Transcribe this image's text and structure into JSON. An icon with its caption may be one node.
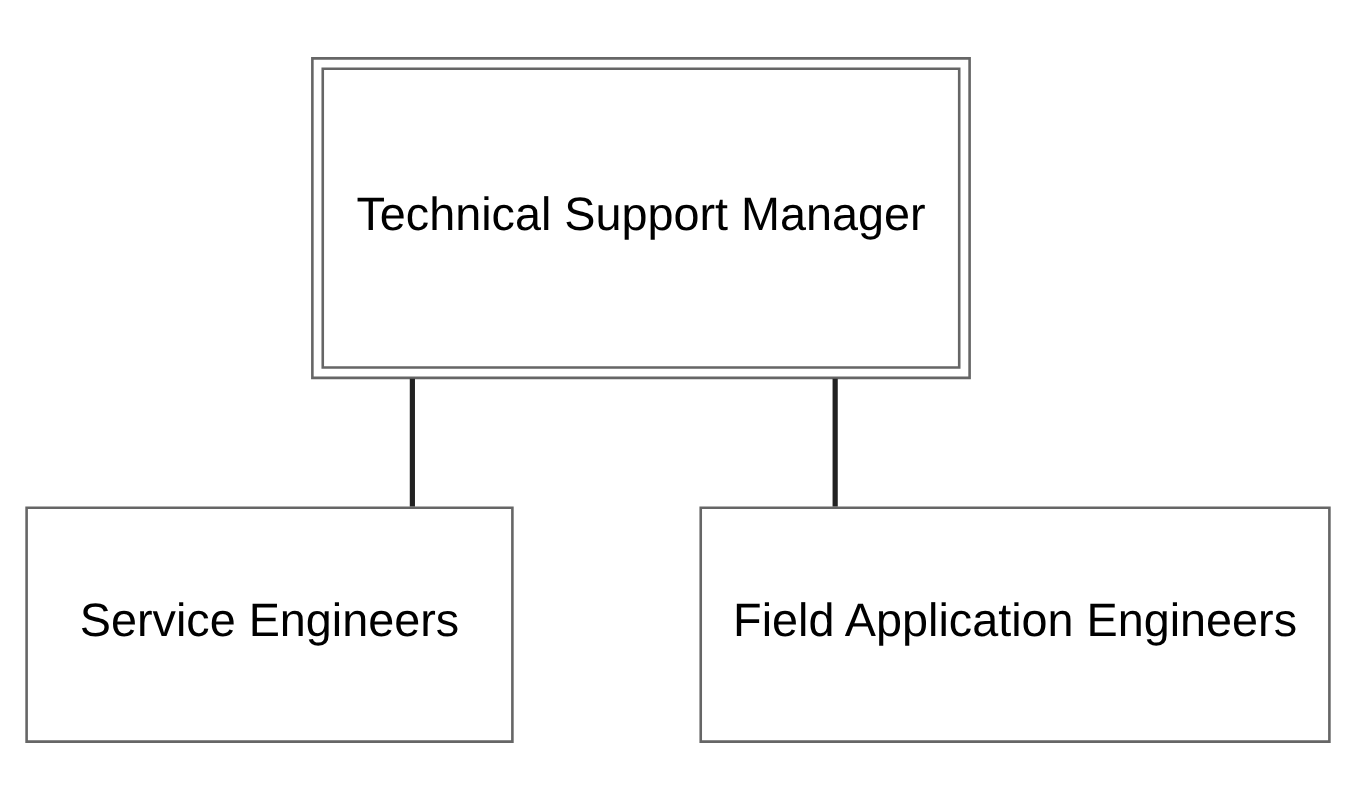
{
  "diagram": {
    "nodes": [
      {
        "text": [
          "Technical Support Manager"
        ]
      },
      {
        "text": [
          "Service Engineers"
        ]
      },
      {
        "text": [
          "Field Application Engineers"
        ]
      }
    ],
    "edges": [
      {
        "from": 0,
        "to": 1,
        "arrow": "none"
      },
      {
        "from": 0,
        "to": 2,
        "arrow": "none"
      }
    ]
  }
}
